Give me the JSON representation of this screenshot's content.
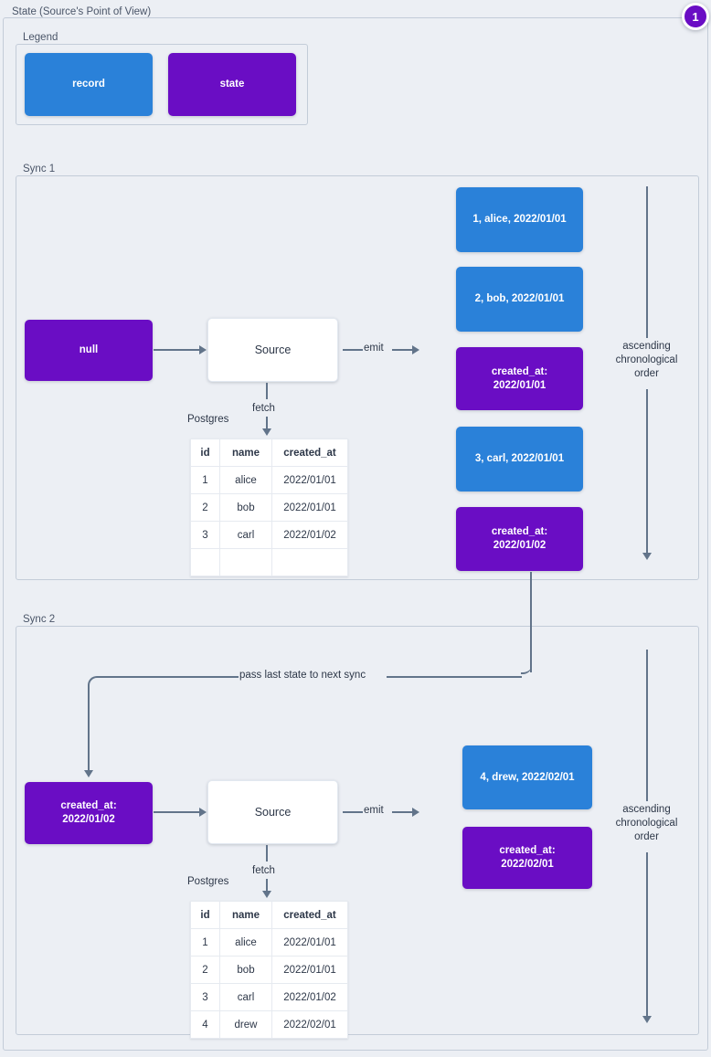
{
  "diagram": {
    "title": "State (Source's Point of View)",
    "badge": "1"
  },
  "legend": {
    "label": "Legend",
    "items": [
      {
        "name": "record",
        "color": "#2a81d9"
      },
      {
        "name": "state",
        "color": "#6a0dc4"
      }
    ]
  },
  "colors": {
    "record": "#2a81d9",
    "state": "#6a0dc4",
    "background": "#eceff4",
    "border": "#c3ccd8",
    "connector": "#62748a",
    "text": "#2d3748"
  },
  "sync1": {
    "label": "Sync 1",
    "input_state": "null",
    "source_label": "Source",
    "fetch_label": "fetch",
    "db_label": "Postgres",
    "emit_label": "emit",
    "order_label": "ascending chronological order",
    "table": {
      "headers": [
        "id",
        "name",
        "created_at"
      ],
      "rows": [
        [
          "1",
          "alice",
          "2022/01/01"
        ],
        [
          "2",
          "bob",
          "2022/01/01"
        ],
        [
          "3",
          "carl",
          "2022/01/02"
        ],
        [
          "",
          "",
          ""
        ]
      ]
    },
    "emitted": [
      {
        "kind": "record",
        "text": "1, alice, 2022/01/01"
      },
      {
        "kind": "record",
        "text": "2, bob, 2022/01/01"
      },
      {
        "kind": "state",
        "line1": "created_at:",
        "line2": "2022/01/01"
      },
      {
        "kind": "record",
        "text": "3, carl, 2022/01/01"
      },
      {
        "kind": "state",
        "line1": "created_at:",
        "line2": "2022/01/02"
      }
    ]
  },
  "sync2": {
    "label": "Sync 2",
    "pass_state_label": "pass last state to next sync",
    "input_state_line1": "created_at:",
    "input_state_line2": "2022/01/02",
    "source_label": "Source",
    "fetch_label": "fetch",
    "db_label": "Postgres",
    "emit_label": "emit",
    "order_label": "ascending chronological order",
    "table": {
      "headers": [
        "id",
        "name",
        "created_at"
      ],
      "rows": [
        [
          "1",
          "alice",
          "2022/01/01"
        ],
        [
          "2",
          "bob",
          "2022/01/01"
        ],
        [
          "3",
          "carl",
          "2022/01/02"
        ],
        [
          "4",
          "drew",
          "2022/02/01"
        ]
      ]
    },
    "emitted": [
      {
        "kind": "record",
        "text": "4, drew, 2022/02/01"
      },
      {
        "kind": "state",
        "line1": "created_at:",
        "line2": "2022/02/01"
      }
    ]
  }
}
